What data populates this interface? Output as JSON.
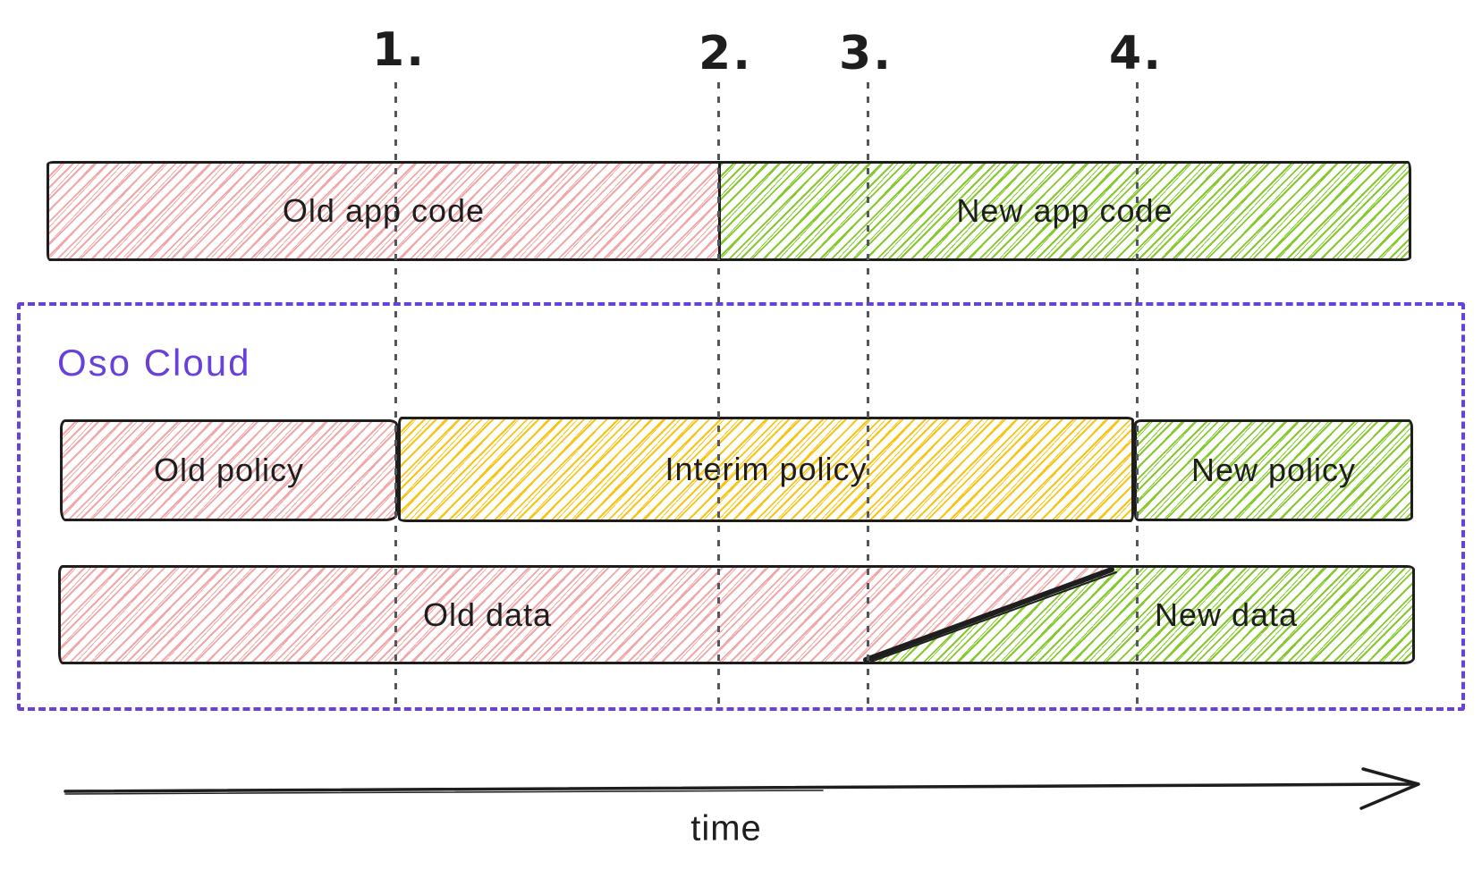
{
  "markers": [
    "1.",
    "2.",
    "3.",
    "4."
  ],
  "app_code": {
    "old_label": "Old app code",
    "new_label": "New app code"
  },
  "oso_cloud": {
    "title": "Oso Cloud"
  },
  "policy": {
    "old_label": "Old policy",
    "interim_label": "Interim policy",
    "new_label": "New policy"
  },
  "data_store": {
    "old_label": "Old data",
    "new_label": "New data"
  },
  "axis": {
    "label": "time"
  },
  "colors": {
    "old": "#f1a8a8",
    "new": "#85c92e",
    "interim": "#f8c517",
    "accent": "#6741d9",
    "stroke": "#1e1e1e",
    "guide": "#51575d"
  }
}
